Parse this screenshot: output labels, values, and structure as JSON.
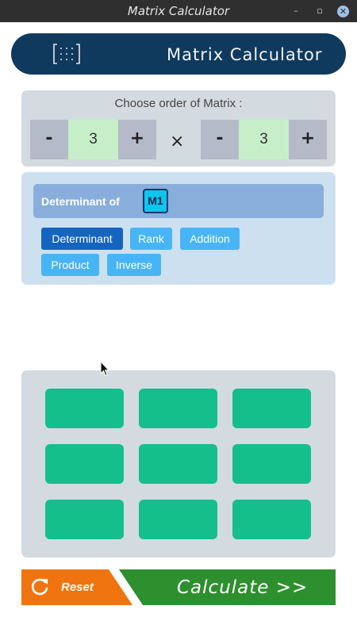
{
  "window": {
    "title": "Matrix Calculator",
    "minimize_icon": "–",
    "maximize_icon": "▫",
    "close_icon": "✕"
  },
  "banner": {
    "title": "Matrix Calculator",
    "logo_icon": "matrix-icon",
    "bg": "#0f3a5e"
  },
  "order": {
    "prompt": "Choose order of Matrix :",
    "rows": {
      "minus": "-",
      "value": "3",
      "plus": "+"
    },
    "times": "×",
    "cols": {
      "minus": "-",
      "value": "3",
      "plus": "+"
    }
  },
  "operation": {
    "label": "Determinant of",
    "matrix": "M1",
    "chips": [
      {
        "label": "Determinant",
        "active": true
      },
      {
        "label": "Rank",
        "active": false
      },
      {
        "label": "Addition",
        "active": false
      },
      {
        "label": "Product",
        "active": false
      },
      {
        "label": "Inverse",
        "active": false
      }
    ]
  },
  "grid": {
    "rows": 3,
    "cols": 3,
    "cells": [
      [
        "",
        "",
        ""
      ],
      [
        "",
        "",
        ""
      ],
      [
        "",
        "",
        ""
      ]
    ],
    "cell_color": "#14bf8b"
  },
  "footer": {
    "reset_label": "Reset",
    "reset_icon": "refresh-icon",
    "calculate_label": "Calculate >>",
    "reset_color": "#ef7410",
    "calculate_color": "#2e8f2e"
  }
}
